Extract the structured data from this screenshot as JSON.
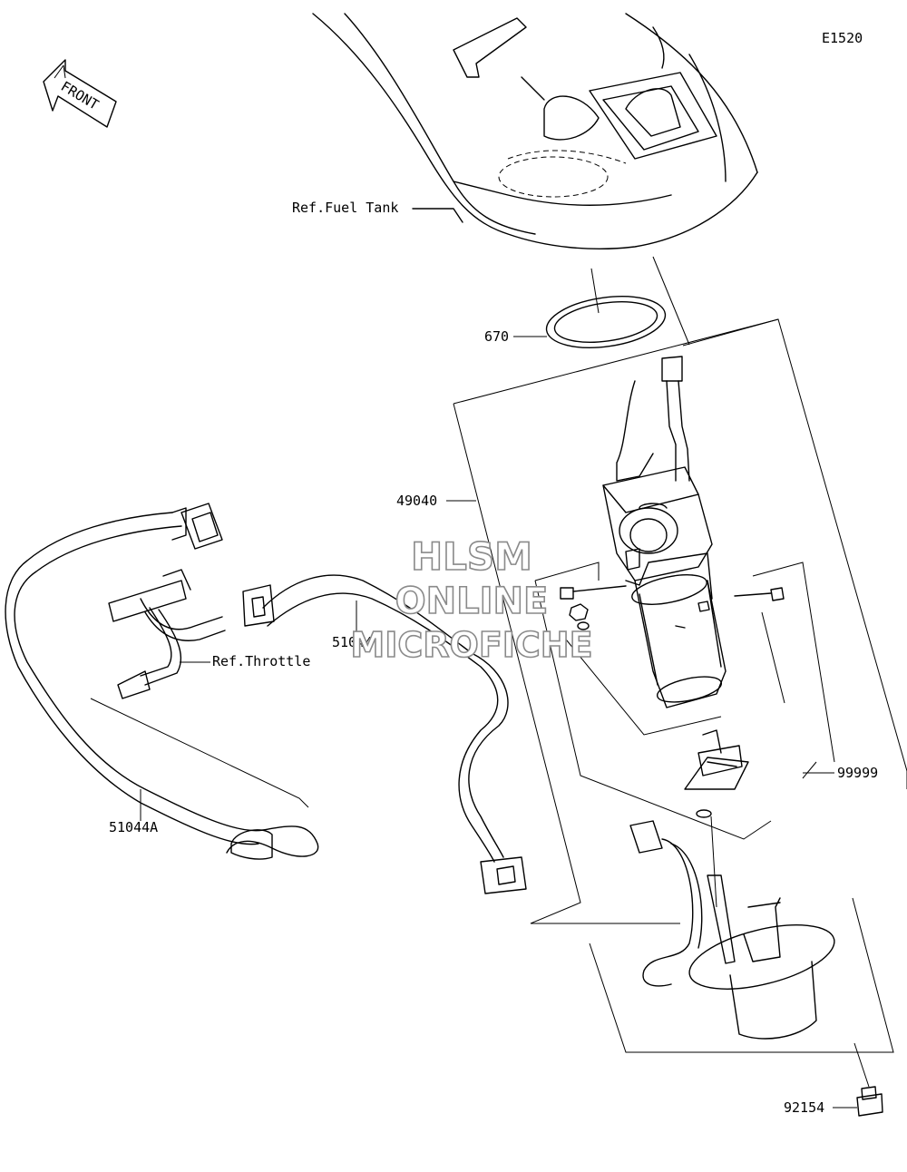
{
  "diagram_code": "E1520",
  "front_arrow_text": "FRONT",
  "watermark": [
    "HLSM",
    "ONLINE",
    "MICROFICHE"
  ],
  "labels": {
    "fuel_tank": "Ref.Fuel Tank",
    "o_ring": "670",
    "fuel_pump_assy": "49040",
    "hose_upper": "51044",
    "throttle": "Ref.Throttle",
    "hose_lower": "51044A",
    "kit": "99999",
    "bolt": "92154"
  }
}
